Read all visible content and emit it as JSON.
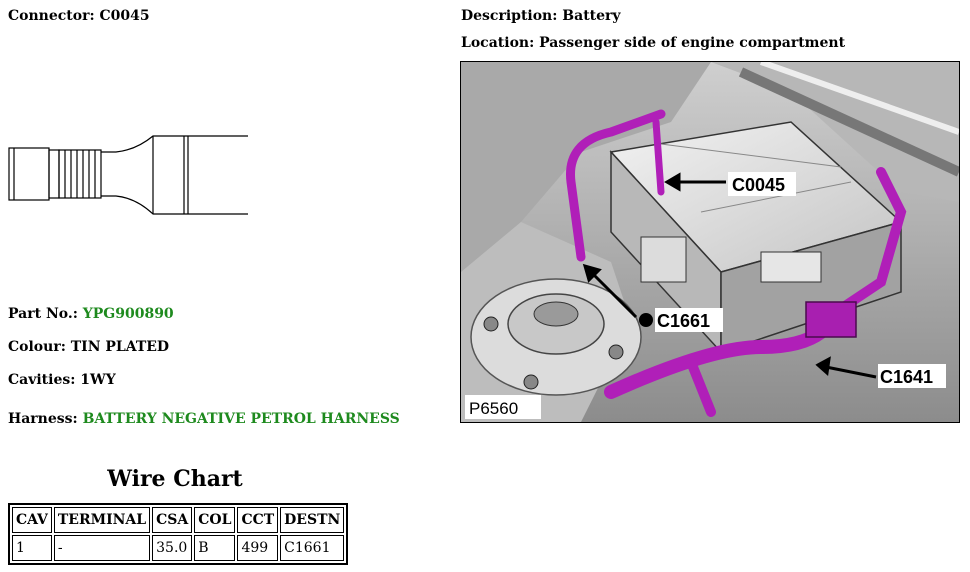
{
  "connector": {
    "label": "Connector:",
    "value": "C0045"
  },
  "description": {
    "label": "Description:",
    "value": "Battery"
  },
  "location": {
    "label": "Location:",
    "value": "Passenger side of engine compartment"
  },
  "part_no": {
    "label": "Part No.:",
    "value": "YPG900890"
  },
  "colour": {
    "label": "Colour:",
    "value": "TIN PLATED"
  },
  "cavities": {
    "label": "Cavities:",
    "value": "1WY"
  },
  "harness": {
    "label": "Harness:",
    "value": "BATTERY NEGATIVE PETROL HARNESS"
  },
  "photo": {
    "callouts": [
      "C0045",
      "C1661",
      "C1641"
    ],
    "figure_id": "P6560",
    "harness_color": "#b01fb8"
  },
  "wire_chart": {
    "title": "Wire Chart",
    "columns": [
      "CAV",
      "TERMINAL",
      "CSA",
      "COL",
      "CCT",
      "DESTN"
    ],
    "rows": [
      [
        "1",
        "-",
        "35.0",
        "B",
        "499",
        "C1661"
      ]
    ]
  },
  "colors": {
    "label_green": "#1e8a1e"
  }
}
